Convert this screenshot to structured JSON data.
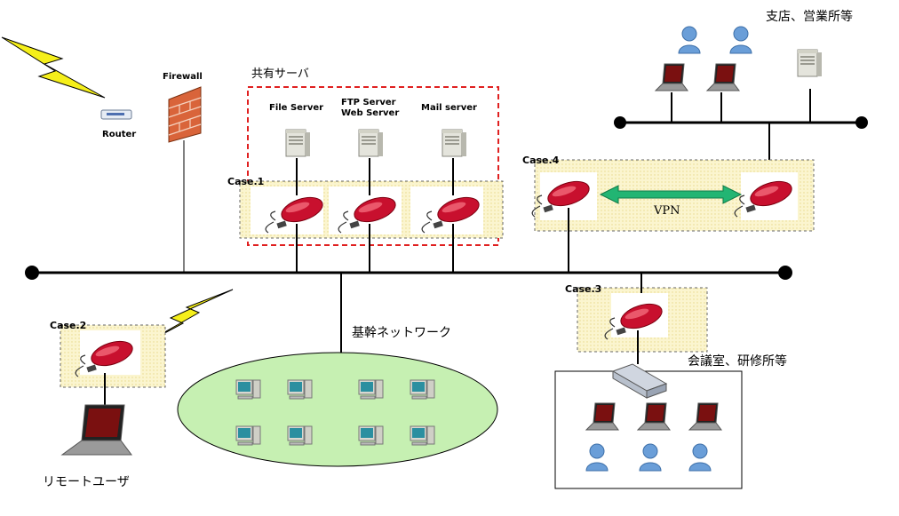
{
  "labels": {
    "firewall": "Firewall",
    "router": "Router",
    "shared_server": "共有サーバ",
    "file_server": "File Server",
    "ftp_server": "FTP Server",
    "web_server": "Web Server",
    "mail_server": "Mail server",
    "case1": "Case.1",
    "case2": "Case.2",
    "case3": "Case.3",
    "case4": "Case.4",
    "vpn": "VPN",
    "backbone": "基幹ネットワーク",
    "branch": "支店、営業所等",
    "meeting": "会議室、研修所等",
    "remote_user": "リモートユーザ"
  },
  "colors": {
    "dongle": "#c8102e",
    "case_fill": "#fbf3c8",
    "lan_ellipse": "#c6f0b2",
    "vpn_arrow": "#22b573",
    "dashed_box": "#e02020",
    "lightning": "#f5ef1a"
  }
}
